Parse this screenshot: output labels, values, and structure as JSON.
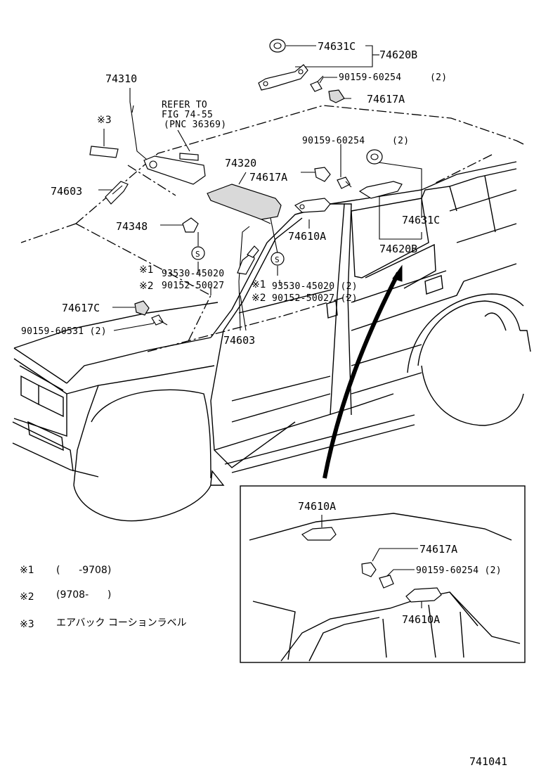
{
  "diagram": {
    "part_labels": {
      "p74631C_top": "74631C",
      "p74620B_top": "74620B",
      "p90159_60254_top": "90159-60254",
      "p90159_60254_top_qty": "(2)",
      "p74617A_top": "74617A",
      "p74310": "74310",
      "ref_line1": "REFER TO",
      "ref_line2": "FIG 74-55",
      "ref_line3": "(PNC 36369)",
      "note3_mark": "※3",
      "p90159_60254_mid": "90159-60254",
      "p90159_60254_mid_qty": "(2)",
      "p74320": "74320",
      "p74617A_mid": "74617A",
      "p74603_left": "74603",
      "p74348": "74348",
      "p74610A_mid": "74610A",
      "p74631C_right": "74631C",
      "p74620B_right": "74620B",
      "mark1_left": "※1",
      "p93530_45020_left": "93530-45020",
      "mark2_left": "※2",
      "p90152_50027_left": "90152-50027",
      "mark1_right": "※1",
      "p93530_45020_right": "93530-45020 (2)",
      "mark2_right": "※2",
      "p90152_50027_right": "90152-50027 (2)",
      "p74617C": "74617C",
      "p90159_60531": "90159-60531 (2)",
      "p74603_center": "74603",
      "inset_74610A_top": "74610A",
      "inset_74617A": "74617A",
      "inset_90159_60254": "90159-60254 (2)",
      "inset_74610A_bottom": "74610A",
      "s_symbol": "S"
    },
    "notes": [
      {
        "mark": "※1",
        "text": "(      -9708)"
      },
      {
        "mark": "※2",
        "text": "(9708-      )"
      },
      {
        "mark": "※3",
        "text": "エアバック コーションラベル"
      }
    ],
    "figure_number": "741041"
  }
}
